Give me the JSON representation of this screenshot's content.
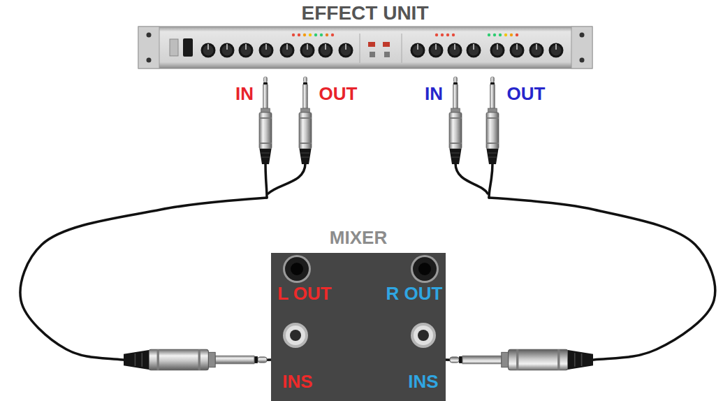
{
  "diagram": {
    "nodes": [
      {
        "text": [
          "EFFECT UNIT"
        ]
      },
      {
        "text": [
          "MIXER"
        ]
      }
    ],
    "edges": [
      {
        "from": 0,
        "to": 1,
        "arrow": "none"
      },
      {
        "from": 0,
        "to": 1,
        "arrow": "none"
      }
    ],
    "labels": [
      "IN",
      "OUT",
      "IN",
      "OUT",
      "L OUT",
      "R OUT",
      "INS",
      "INS"
    ]
  }
}
